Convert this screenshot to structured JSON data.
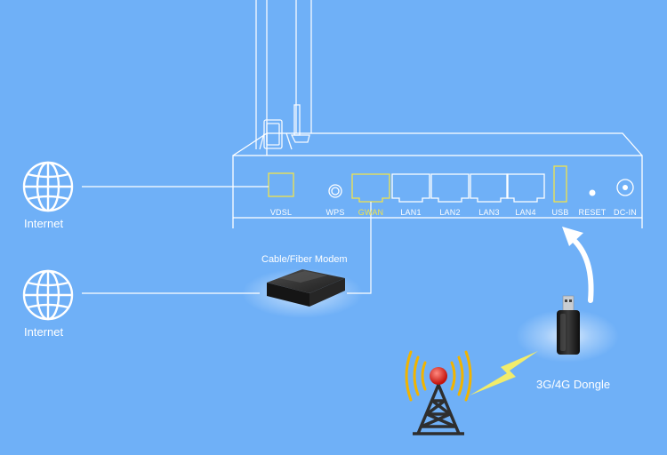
{
  "colors": {
    "background": "#6fb0f7",
    "line": "#ffffff",
    "highlight": "#f2e34a",
    "tower": "#2e2e2e",
    "signal_red": "#e0261d",
    "signal_waves": "#f1b400"
  },
  "internet_top": {
    "label": "Internet",
    "icon": "globe-icon"
  },
  "internet_bottom": {
    "label": "Internet",
    "icon": "globe-icon"
  },
  "modem": {
    "label": "Cable/Fiber Modem"
  },
  "dongle": {
    "label": "3G/4G Dongle"
  },
  "tower": {
    "icon": "cell-tower-icon"
  },
  "router": {
    "ports": [
      {
        "id": "vdsl",
        "label": "VDSL",
        "highlighted": false
      },
      {
        "id": "wps",
        "label": "WPS",
        "highlighted": false
      },
      {
        "id": "gwan",
        "label": "GWAN",
        "highlighted": true
      },
      {
        "id": "lan1",
        "label": "LAN1",
        "highlighted": false
      },
      {
        "id": "lan2",
        "label": "LAN2",
        "highlighted": false
      },
      {
        "id": "lan3",
        "label": "LAN3",
        "highlighted": false
      },
      {
        "id": "lan4",
        "label": "LAN4",
        "highlighted": false
      },
      {
        "id": "usb",
        "label": "USB",
        "highlighted": false
      },
      {
        "id": "reset",
        "label": "RESET",
        "highlighted": false
      },
      {
        "id": "dcin",
        "label": "DC-IN",
        "highlighted": false
      }
    ]
  }
}
